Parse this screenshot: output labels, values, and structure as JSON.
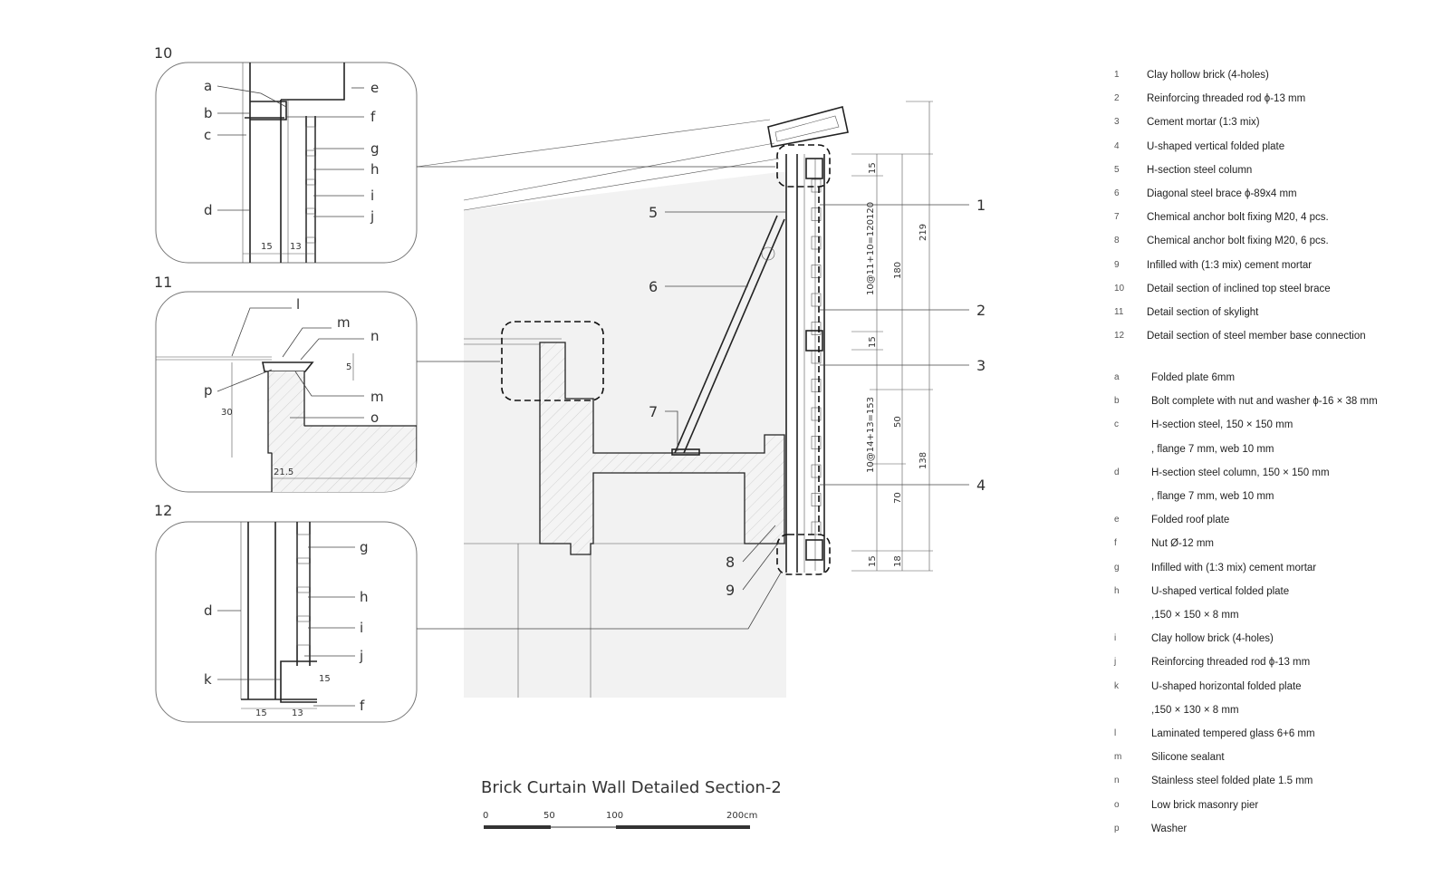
{
  "caption": "Brick Curtain Wall Detailed Section-2",
  "scale_bar": {
    "ticks": [
      "0",
      "50",
      "100",
      "200cm"
    ]
  },
  "details": [
    {
      "id": "10",
      "labels": [
        "a",
        "b",
        "c",
        "d",
        "e",
        "f",
        "g",
        "h",
        "i",
        "j"
      ],
      "dims": [
        "15",
        "13"
      ]
    },
    {
      "id": "11",
      "labels": [
        "l",
        "m",
        "n",
        "p",
        "m",
        "o"
      ],
      "dims": [
        "5",
        "30",
        "21.5"
      ]
    },
    {
      "id": "12",
      "labels": [
        "g",
        "h",
        "i",
        "j",
        "d",
        "k",
        "f"
      ],
      "dims": [
        "15",
        "15",
        "13"
      ]
    }
  ],
  "main_callouts": [
    "1",
    "2",
    "3",
    "4",
    "5",
    "6",
    "7",
    "8",
    "9"
  ],
  "main_dims": [
    "15",
    "10@11+10=120120",
    "180",
    "219",
    "15",
    "10@14+13=153",
    "50",
    "138",
    "70",
    "15",
    "18"
  ],
  "legend_numbered": [
    {
      "key": "1",
      "text": "Clay hollow brick (4-holes)"
    },
    {
      "key": "2",
      "text": "Reinforcing threaded rod ϕ-13 mm"
    },
    {
      "key": "3",
      "text": "Cement mortar (1:3 mix)"
    },
    {
      "key": "4",
      "text": "U-shaped vertical folded plate"
    },
    {
      "key": "5",
      "text": "H-section steel column"
    },
    {
      "key": "6",
      "text": "Diagonal steel brace ϕ-89x4 mm"
    },
    {
      "key": "7",
      "text": "Chemical anchor bolt fixing M20, 4 pcs."
    },
    {
      "key": "8",
      "text": "Chemical anchor bolt fixing M20, 6 pcs."
    },
    {
      "key": "9",
      "text": "Infilled with (1:3 mix) cement mortar"
    },
    {
      "key": "10",
      "text": "Detail section of inclined top steel brace"
    },
    {
      "key": "11",
      "text": "Detail section of skylight"
    },
    {
      "key": "12",
      "text": "Detail section of steel member base connection"
    }
  ],
  "legend_lettered": [
    {
      "key": "a",
      "text": "Folded plate 6mm"
    },
    {
      "key": "b",
      "text": "Bolt complete with nut and washer ϕ-16 × 38 mm"
    },
    {
      "key": "c",
      "text": "H-section steel, 150 × 150 mm"
    },
    {
      "key": "",
      "text": ", flange 7 mm, web 10 mm"
    },
    {
      "key": "d",
      "text": "H-section steel column, 150 × 150 mm"
    },
    {
      "key": "",
      "text": ", flange 7 mm, web 10 mm"
    },
    {
      "key": "e",
      "text": "Folded roof plate"
    },
    {
      "key": "f",
      "text": "Nut Ø-12 mm"
    },
    {
      "key": "g",
      "text": "Infilled with (1:3 mix) cement mortar"
    },
    {
      "key": "h",
      "text": "U-shaped vertical folded plate"
    },
    {
      "key": "",
      "text": ",150 × 150 × 8 mm"
    },
    {
      "key": "i",
      "text": "Clay hollow brick (4-holes)"
    },
    {
      "key": "j",
      "text": "Reinforcing threaded rod ϕ-13 mm"
    },
    {
      "key": "k",
      "text": "U-shaped horizontal folded plate"
    },
    {
      "key": "",
      "text": ",150 × 130 × 8 mm"
    },
    {
      "key": "l",
      "text": "Laminated tempered glass 6+6 mm"
    },
    {
      "key": "m",
      "text": "Silicone sealant"
    },
    {
      "key": "n",
      "text": "Stainless steel folded plate 1.5 mm"
    },
    {
      "key": "o",
      "text": "Low brick masonry pier"
    },
    {
      "key": "p",
      "text": "Washer"
    }
  ]
}
